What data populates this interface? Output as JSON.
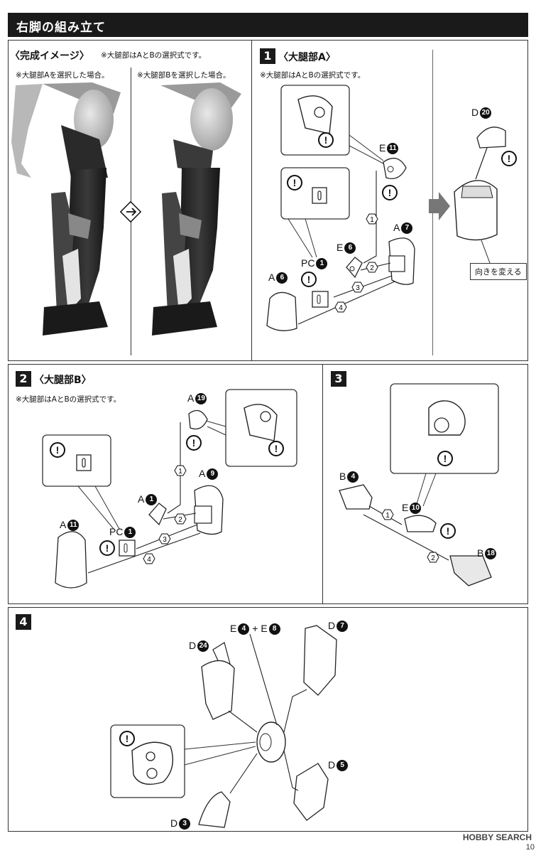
{
  "header": {
    "title": "右脚の組み立て"
  },
  "panel_image": {
    "title": "〈完成イメージ〉",
    "note": "※大腿部はAとBの選択式です。",
    "caption_a": "※大腿部Aを選択した場合。",
    "caption_b": "※大腿部Bを選択した場合。"
  },
  "step1": {
    "number": "1",
    "title": "〈大腿部A〉",
    "note": "※大腿部はAとBの選択式です。",
    "parts": {
      "d20": {
        "letter": "D",
        "num": "20"
      },
      "e11": {
        "letter": "E",
        "num": "11"
      },
      "a7": {
        "letter": "A",
        "num": "7"
      },
      "e6": {
        "letter": "E",
        "num": "6"
      },
      "pc1": {
        "letter": "PC",
        "num": "1"
      },
      "a6": {
        "letter": "A",
        "num": "6"
      }
    },
    "direction_label": "向きを変える"
  },
  "step2": {
    "number": "2",
    "title": "〈大腿部B〉",
    "note": "※大腿部はAとBの選択式です。",
    "parts": {
      "a19": {
        "letter": "A",
        "num": "19"
      },
      "a9": {
        "letter": "A",
        "num": "9"
      },
      "a1": {
        "letter": "A",
        "num": "1"
      },
      "pc1": {
        "letter": "PC",
        "num": "1"
      },
      "a11": {
        "letter": "A",
        "num": "11"
      }
    }
  },
  "step3": {
    "number": "3",
    "parts": {
      "b4": {
        "letter": "B",
        "num": "4"
      },
      "e10": {
        "letter": "E",
        "num": "10"
      },
      "b18": {
        "letter": "B",
        "num": "18"
      }
    }
  },
  "step4": {
    "number": "4",
    "parts": {
      "e4": {
        "letter": "E",
        "num": "4"
      },
      "plus": "+",
      "e8": {
        "letter": "E",
        "num": "8"
      },
      "d7": {
        "letter": "D",
        "num": "7"
      },
      "d24": {
        "letter": "D",
        "num": "24"
      },
      "d5": {
        "letter": "D",
        "num": "5"
      },
      "d3": {
        "letter": "D",
        "num": "3"
      }
    }
  },
  "order_marks": [
    "1",
    "2",
    "3",
    "4"
  ],
  "caution_symbol": "!",
  "watermark": "HOBBY SEARCH",
  "page_number": "10"
}
